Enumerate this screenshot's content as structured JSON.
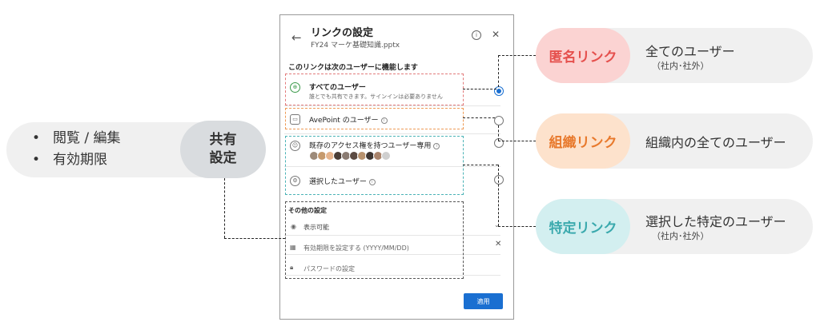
{
  "left_callout": {
    "items": [
      "閲覧 / 編集",
      "有効期限"
    ],
    "badge": "共有\n設定"
  },
  "dialog": {
    "title": "リンクの設定",
    "file_name": "FY24 マーケ基礎知識.pptx",
    "section_heading": "このリンクは次のユーザーに機能します",
    "options": [
      {
        "title": "すべてのユーザー",
        "description": "誰とでも共有できます。サインインは必要ありません",
        "selected": true
      },
      {
        "title": "AvePoint のユーザー",
        "selected": false
      },
      {
        "title": "既存のアクセス権を持つユーザー専用",
        "selected": false
      },
      {
        "title": "選択したユーザー",
        "selected": false
      }
    ],
    "other_heading": "その他の設定",
    "permission": "表示可能",
    "expiry_placeholder": "有効期限を設定する (YYYY/MM/DD)",
    "password_placeholder": "パスワードの設定",
    "apply_label": "適用"
  },
  "right_callouts": [
    {
      "badge": "匿名リンク",
      "text": "全てのユーザー",
      "sub": "（社内･社外）",
      "badge_bg": "#fbd3d2",
      "badge_color": "#e5504d"
    },
    {
      "badge": "組織リンク",
      "text": "組織内の全てのユーザー",
      "sub": "",
      "badge_bg": "#fde2cc",
      "badge_color": "#e8792c"
    },
    {
      "badge": "特定リンク",
      "text": "選択した特定のユーザー",
      "sub": "（社内･社外）",
      "badge_bg": "#d3eff0",
      "badge_color": "#3aa9ad"
    }
  ],
  "colors": {
    "accent": "#1a6fd1"
  }
}
